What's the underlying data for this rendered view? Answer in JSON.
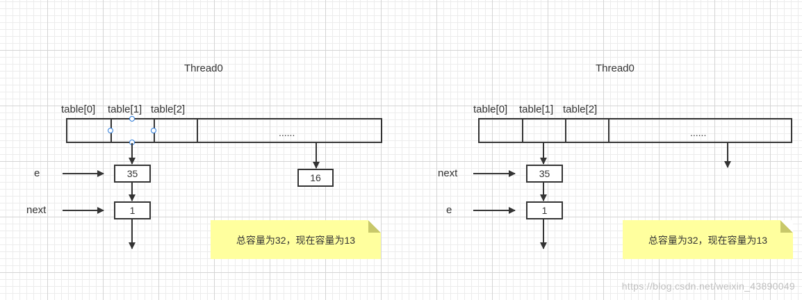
{
  "left": {
    "thread": "Thread0",
    "table_labels": [
      "table[0]",
      "table[1]",
      "table[2]"
    ],
    "ellipsis": "......",
    "var_e": "e",
    "var_next": "next",
    "node_a": "35",
    "node_b": "1",
    "node_c": "16",
    "note": "总容量为32，现在容量为13"
  },
  "right": {
    "thread": "Thread0",
    "table_labels": [
      "table[0]",
      "table[1]",
      "table[2]"
    ],
    "ellipsis": "......",
    "var_next": "next",
    "var_e": "e",
    "node_a": "35",
    "node_b": "1",
    "note": "总容量为32，现在容量为13"
  },
  "watermark": "https://blog.csdn.net/weixin_43890049",
  "colors": {
    "note_bg": "#ffff9e",
    "grid": "#d4d4d4",
    "stroke": "#333333",
    "handle": "#2b7ad9"
  }
}
